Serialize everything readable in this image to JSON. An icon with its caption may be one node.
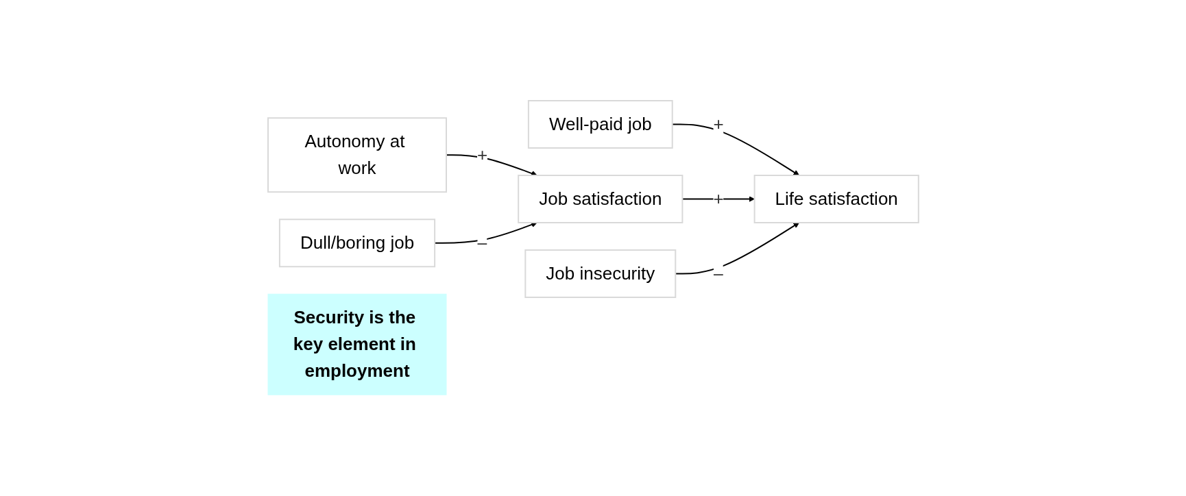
{
  "diagram": {
    "nodes": [
      {
        "text": [
          "Well-paid job"
        ]
      },
      {
        "text": [
          "Autonomy at work"
        ]
      },
      {
        "text": [
          "Job satisfaction"
        ]
      },
      {
        "text": [
          "Life satisfaction"
        ]
      },
      {
        "text": [
          "Dull/boring job"
        ]
      },
      {
        "text": [
          "Job insecurity"
        ]
      },
      {
        "text": [
          "Security is the key element in employment"
        ]
      }
    ],
    "edges": [
      {
        "from": 0,
        "to": 3,
        "label": "+",
        "arrow": "to"
      },
      {
        "from": 1,
        "to": 2,
        "label": "+",
        "arrow": "to"
      },
      {
        "from": 4,
        "to": 2,
        "label": "–",
        "arrow": "to"
      },
      {
        "from": 2,
        "to": 3,
        "label": "+",
        "arrow": "to"
      },
      {
        "from": 5,
        "to": 3,
        "label": "–",
        "arrow": "to"
      }
    ]
  }
}
